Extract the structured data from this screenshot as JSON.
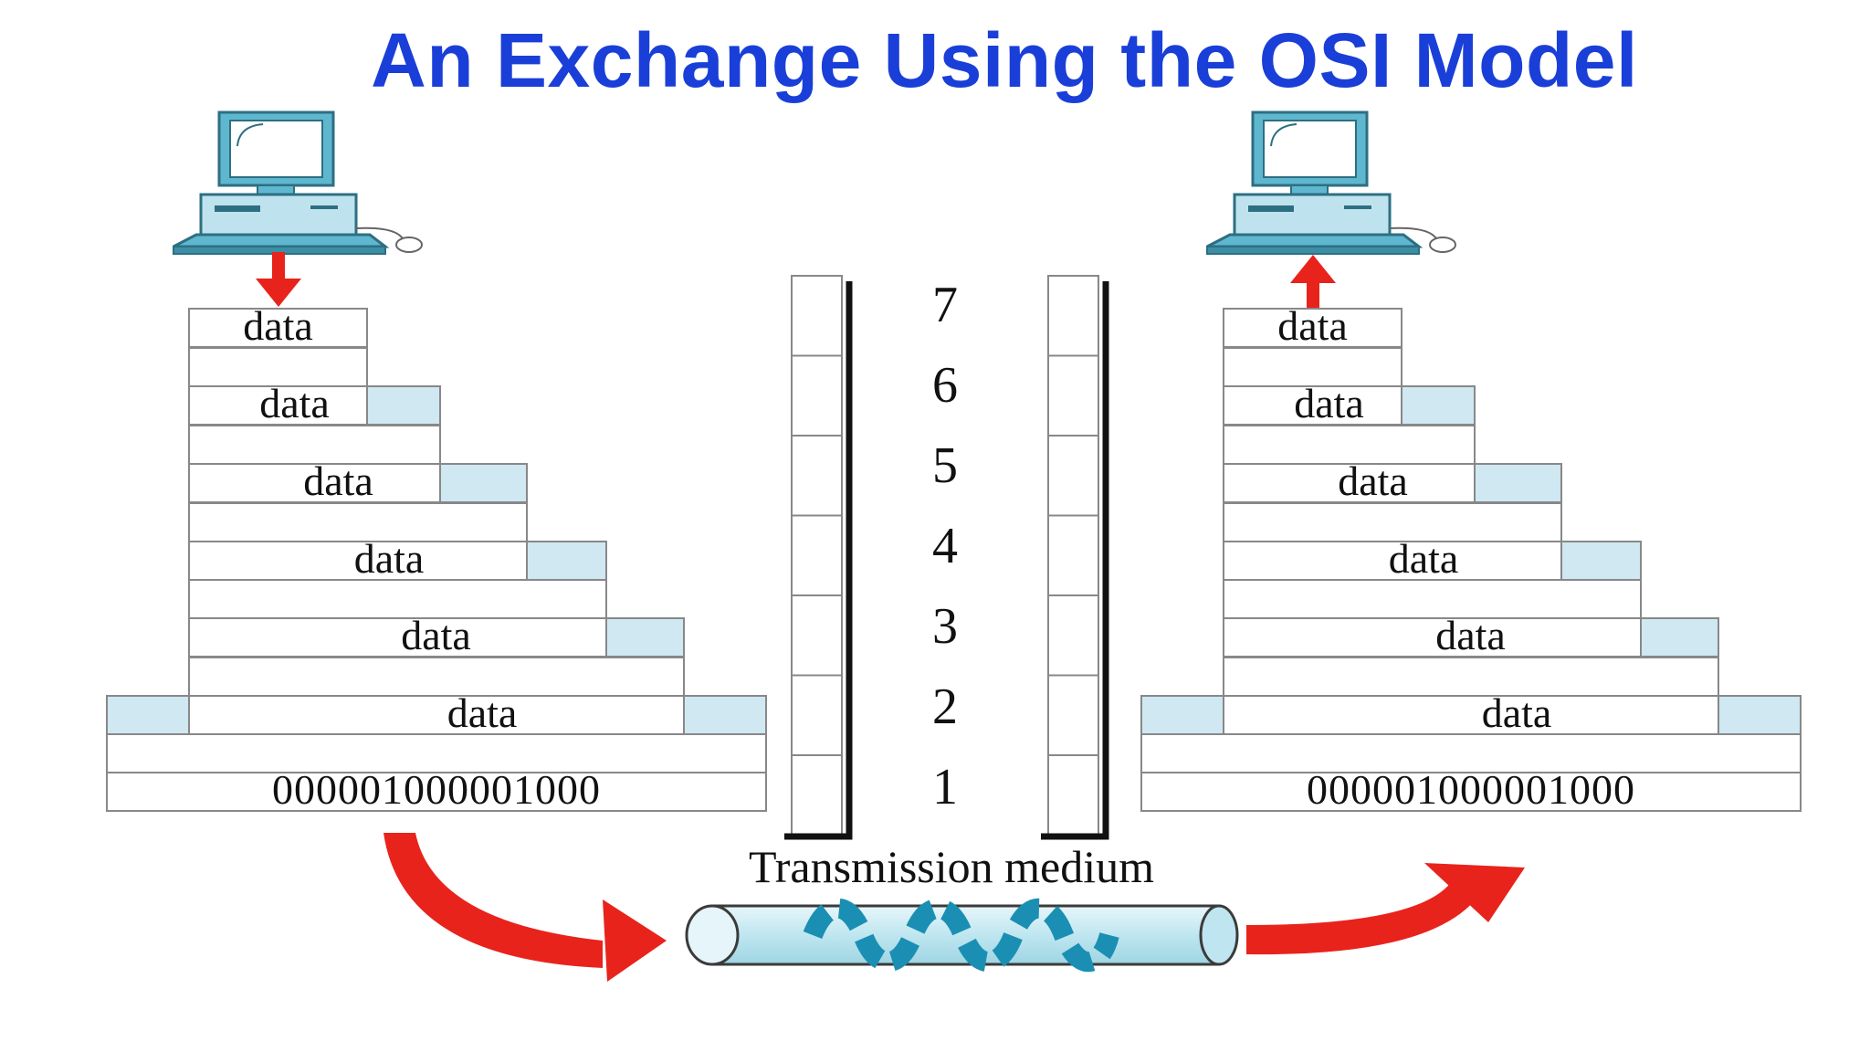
{
  "title": "An Exchange Using the OSI Model",
  "layer_numbers": [
    "7",
    "6",
    "5",
    "4",
    "3",
    "2",
    "1"
  ],
  "data_label": "data",
  "bitstream": "000001000001000",
  "medium_label": "Transmission medium",
  "colors": {
    "title": "#1a3fd8",
    "header": "#cfe8f2",
    "arrow": "#e8231c",
    "pipe": "#bfe6f0",
    "wave": "#1a8fb3",
    "computer": "#5fb7cf"
  },
  "icons": [
    "computer-icon",
    "down-arrow-icon",
    "up-arrow-icon",
    "curved-arrow-icon",
    "signal-wave-icon"
  ]
}
